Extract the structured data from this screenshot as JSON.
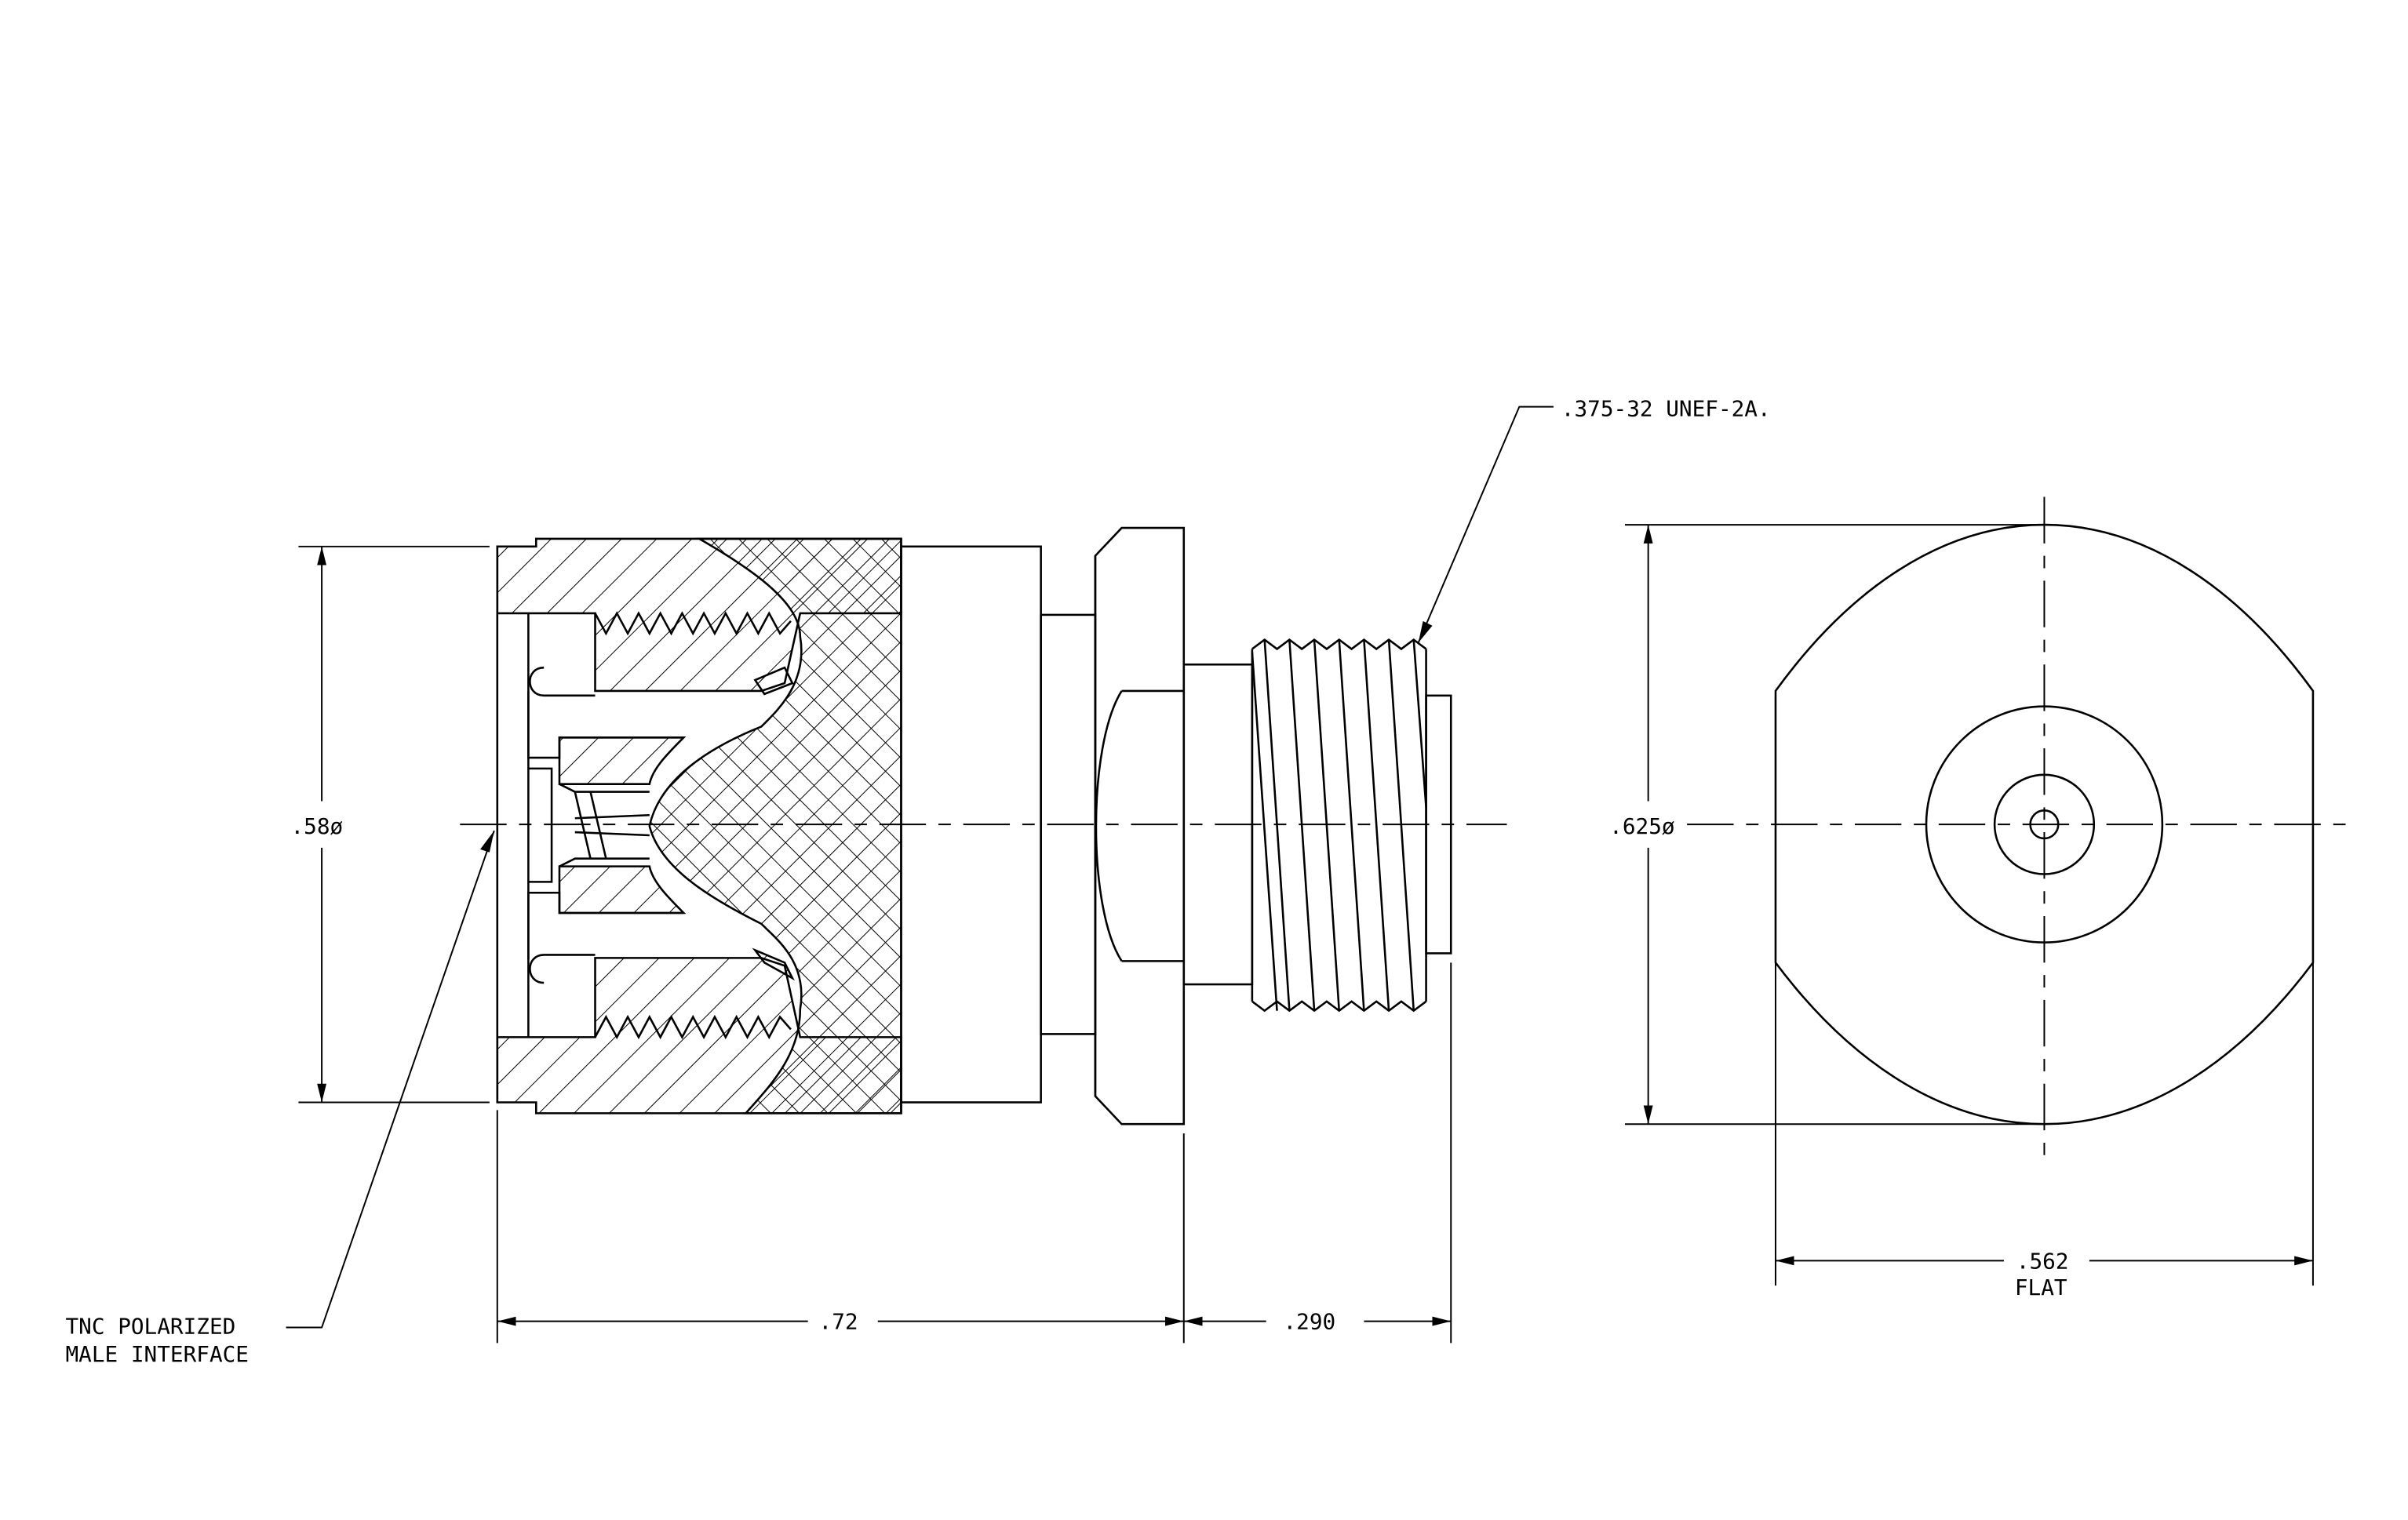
{
  "dimensions": {
    "body_diameter": ".58ø",
    "hex_diameter": ".625ø",
    "overall_length": ".72",
    "thread_length": ".290",
    "flat_width": ".562",
    "flat_label": "FLAT"
  },
  "callouts": {
    "thread_spec": ".375-32 UNEF-2A.",
    "interface_line1": "TNC POLARIZED",
    "interface_line2": "MALE INTERFACE"
  },
  "colors": {
    "ink": "#000000",
    "paper": "#ffffff"
  }
}
